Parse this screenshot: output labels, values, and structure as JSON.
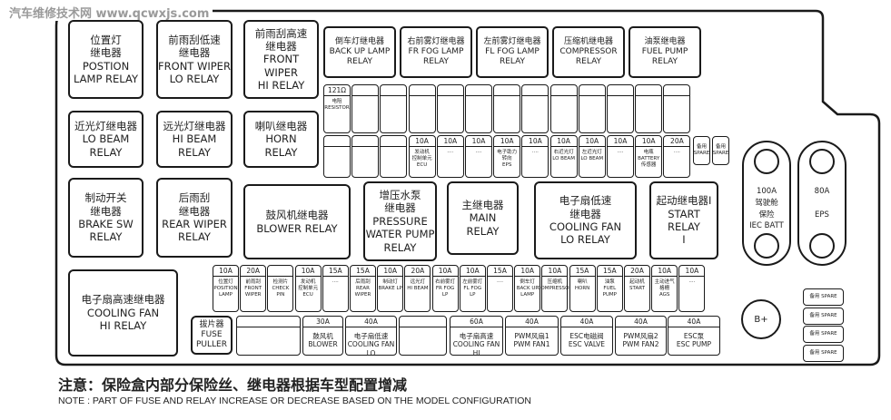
{
  "watermark": "汽车维修技术网 www.qcwxjs.com",
  "relays_large": [
    {
      "cn": "位置灯\n继电器",
      "en": "POSTION\nLAMP RELAY"
    },
    {
      "cn": "前雨刮低速\n继电器",
      "en": "FRONT WIPER\nLO RELAY"
    },
    {
      "cn": "前雨刮高速\n继电器",
      "en": "FRONT WIPER\nHI RELAY"
    },
    {
      "cn": "近光灯继电器",
      "en": "LO BEAM\nRELAY"
    },
    {
      "cn": "远光灯继电器",
      "en": "HI BEAM\nRELAY"
    },
    {
      "cn": "喇叭继电器",
      "en": "HORN\nRELAY"
    },
    {
      "cn": "制动开关\n继电器",
      "en": "BRAKE SW\nRELAY"
    },
    {
      "cn": "后雨刮\n继电器",
      "en": "REAR WIPER\nRELAY"
    },
    {
      "cn": "鼓风机继电器",
      "en": "BLOWER RELAY"
    },
    {
      "cn": "增压水泵\n继电器",
      "en": "PRESSURE\nWATER PUMP\nRELAY"
    },
    {
      "cn": "主继电器",
      "en": "MAIN\nRELAY"
    },
    {
      "cn": "电子扇低速\n继电器",
      "en": "COOLING FAN\nLO RELAY"
    },
    {
      "cn": "起动继电器Ⅰ",
      "en": "START RELAY\nⅠ"
    },
    {
      "cn": "电子扇高速继电器",
      "en": "COOLING FAN\nHI RELAY"
    },
    {
      "cn": "拔片器",
      "en": "FUSE\nPULLER"
    }
  ],
  "relays_small": [
    {
      "cn": "倒车灯继电器",
      "en": "BACK UP LAMP\nRELAY"
    },
    {
      "cn": "右前雾灯继电器",
      "en": "FR FOG LAMP\nRELAY"
    },
    {
      "cn": "左前雾灯继电器",
      "en": "FL FOG LAMP\nRELAY"
    },
    {
      "cn": "压缩机继电器",
      "en": "COMPRESSOR\nRELAY"
    },
    {
      "cn": "油泵继电器",
      "en": "FUEL PUMP\nRELAY"
    }
  ],
  "upper_fuse_row1": [
    {
      "amp": "121Ω",
      "label": "电阻\nRESISTOR"
    },
    {
      "amp": "",
      "label": ""
    },
    {
      "amp": "",
      "label": ""
    },
    {
      "amp": "",
      "label": ""
    },
    {
      "amp": "",
      "label": ""
    },
    {
      "amp": "",
      "label": ""
    },
    {
      "amp": "",
      "label": ""
    },
    {
      "amp": "",
      "label": ""
    },
    {
      "amp": "",
      "label": ""
    },
    {
      "amp": "",
      "label": ""
    },
    {
      "amp": "",
      "label": ""
    },
    {
      "amp": "",
      "label": ""
    },
    {
      "amp": "",
      "label": ""
    }
  ],
  "upper_fuse_row2": [
    {
      "amp": "",
      "label": ""
    },
    {
      "amp": "",
      "label": ""
    },
    {
      "amp": "",
      "label": ""
    },
    {
      "amp": "10A",
      "label": "发动机\n控制单元\nECU"
    },
    {
      "amp": "10A",
      "label": "····"
    },
    {
      "amp": "10A",
      "label": "····"
    },
    {
      "amp": "10A",
      "label": "电子助力\n转向\nEPS"
    },
    {
      "amp": "10A",
      "label": "····"
    },
    {
      "amp": "10A",
      "label": "右近光灯\nLO BEAM"
    },
    {
      "amp": "10A",
      "label": "左近光灯\nLO BEAM"
    },
    {
      "amp": "10A",
      "label": "····"
    },
    {
      "amp": "10A",
      "label": "电瓶\nBATTERY\n传感器"
    },
    {
      "amp": "20A",
      "label": "····"
    }
  ],
  "spare_small": [
    {
      "label": "备用\nSPARE"
    },
    {
      "label": "备用\nSPARE"
    }
  ],
  "lower_fuses": [
    {
      "amp": "10A",
      "label": "位置灯\nPOSITION\nLAMP"
    },
    {
      "amp": "20A",
      "label": "前雨刮\nFRONT\nWIPER"
    },
    {
      "amp": "",
      "label": "检测片\nCHECK\nPIN"
    },
    {
      "amp": "10A",
      "label": "发动机\n控制单元\nECU"
    },
    {
      "amp": "15A",
      "label": "····"
    },
    {
      "amp": "15A",
      "label": "后雨刮\nREAR\nWIPER"
    },
    {
      "amp": "10A",
      "label": "制动灯\nBRAKE LP"
    },
    {
      "amp": "20A",
      "label": "远光灯\nHI BEAM"
    },
    {
      "amp": "10A",
      "label": "右前雾灯\nFR FOG\nLP"
    },
    {
      "amp": "10A",
      "label": "左前雾灯\nFL FOG\nLP"
    },
    {
      "amp": "15A",
      "label": "····"
    },
    {
      "amp": "10A",
      "label": "倒车灯\nBACK UP\nLAMP"
    },
    {
      "amp": "10A",
      "label": "压缩机\nCOMPRESSOR"
    },
    {
      "amp": "15A",
      "label": "喇叭\nHORN"
    },
    {
      "amp": "15A",
      "label": "油泵\nFUEL\nPUMP"
    },
    {
      "amp": "20A",
      "label": "起动机\nSTART"
    },
    {
      "amp": "10A",
      "label": "主动进气\n格栅\nAGS"
    },
    {
      "amp": "10A",
      "label": "····"
    }
  ],
  "maxi_fuses": [
    {
      "amp": "",
      "label": ""
    },
    {
      "amp": "30A",
      "label": "鼓风机\nBLOWER"
    },
    {
      "amp": "40A",
      "label": "电子扇低速\nCOOLING FAN LO"
    },
    {
      "amp": "",
      "label": ""
    },
    {
      "amp": "60A",
      "label": "电子扇高速\nCOOLING FAN HI"
    },
    {
      "amp": "40A",
      "label": "PWM风扇1\nPWM FAN1"
    },
    {
      "amp": "40A",
      "label": "ESC电磁阀\nESC VALVE"
    },
    {
      "amp": "40A",
      "label": "PWM风扇2\nPWM FAN2"
    },
    {
      "amp": "40A",
      "label": "ESC泵\nESC PUMP"
    }
  ],
  "bolt_fuses": [
    {
      "text": "100A\n驾驶舱\n保险\nIEC BATT"
    },
    {
      "text": "80A\n\nEPS"
    }
  ],
  "battery_terminal": "B+",
  "spares_right": [
    {
      "label": "备用 SPARE"
    },
    {
      "label": "备用 SPARE"
    },
    {
      "label": "备用 SPARE"
    },
    {
      "label": "备用 SPARE"
    }
  ],
  "note_cn": "注意：保险盒内部分保险丝、继电器根据车型配置增减",
  "note_en": "NOTE : PART OF FUSE AND RELAY INCREASE OR DECREASE BASED ON THE MODEL CONFIGURATION"
}
